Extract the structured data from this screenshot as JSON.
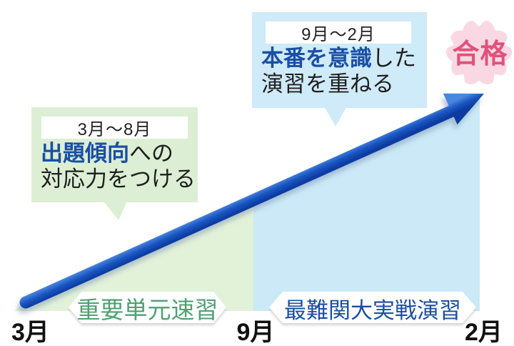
{
  "timeline": {
    "months": [
      {
        "id": "start",
        "label": "3月"
      },
      {
        "id": "mid",
        "label": "9月"
      },
      {
        "id": "end",
        "label": "2月"
      }
    ]
  },
  "phases": [
    {
      "period": "3月〜8月",
      "description_highlight": "出題傾向",
      "description_rest": "への",
      "description_line2": "対応力をつける",
      "banner": "重要単元速習"
    },
    {
      "period": "9月〜2月",
      "description_highlight": "本番を意識",
      "description_rest": "した",
      "description_line2": "演習を重ねる",
      "banner": "最難関大実戦演習"
    }
  ],
  "goal": {
    "label": "合格"
  },
  "icons": {
    "arrow": "growth-arrow-icon",
    "flower": "sakura-blossom-icon"
  },
  "colors": {
    "arrow_dark_blue": "#0a3aa0",
    "arrow_light_blue": "#4a86e0",
    "phase1_area_green": "#e2f2d8",
    "phase2_area_blue": "#cbe9f7",
    "callout1_green": "#dcefd4",
    "callout2_blue": "#cfeaf8",
    "highlight_blue": "#1a4fa5",
    "banner1_text_green": "#4fa173",
    "banner2_text_blue": "#1b4fa0",
    "sakura_pink": "#f9d8e4",
    "goal_pink_red": "#e0527a",
    "text_black": "#1f1f1f"
  }
}
